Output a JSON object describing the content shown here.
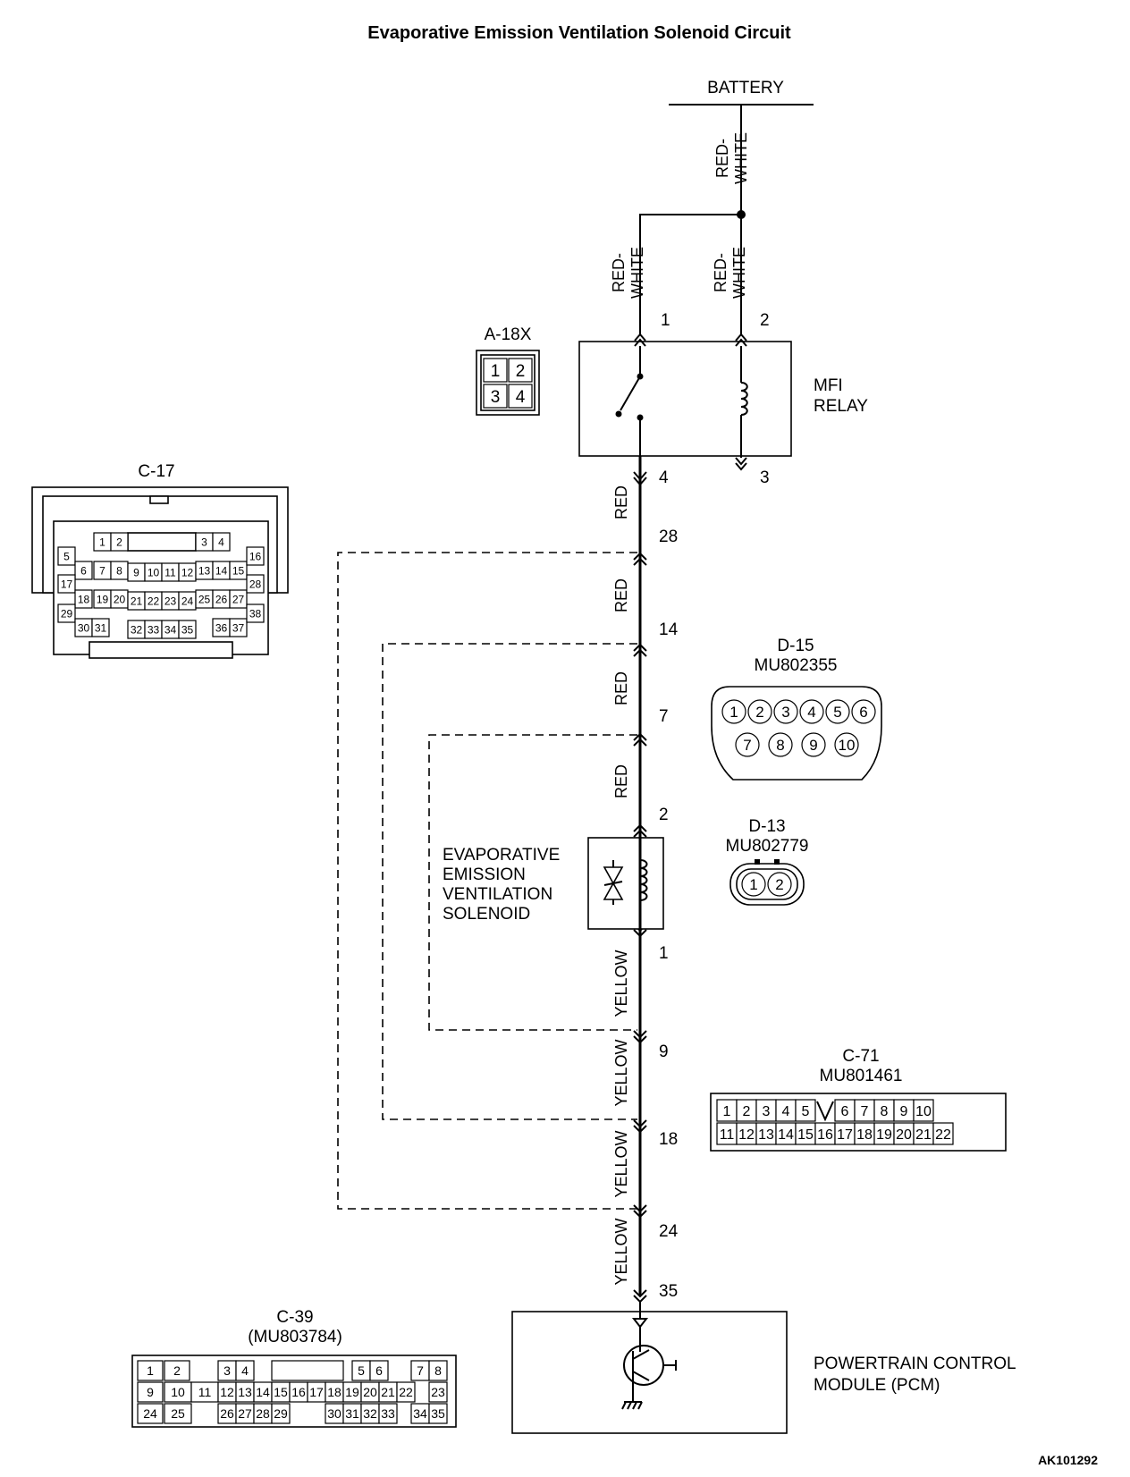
{
  "title": "Evaporative Emission Ventilation Solenoid Circuit",
  "figure_code": "AK101292",
  "power_source": "BATTERY",
  "components": {
    "mfi_relay": {
      "line1": "MFI",
      "line2": "RELAY"
    },
    "solenoid": {
      "line1": "EVAPORATIVE",
      "line2": "EMISSION",
      "line3": "VENTILATION",
      "line4": "SOLENOID"
    },
    "pcm": {
      "line1": "POWERTRAIN CONTROL",
      "line2": "MODULE (PCM)"
    }
  },
  "wire_colors": {
    "battery_feed": [
      "RED-",
      "WHITE"
    ],
    "relay_pin1": [
      "RED-",
      "WHITE"
    ],
    "relay_pin2": [
      "RED-",
      "WHITE"
    ],
    "segments_red": [
      "RED",
      "RED",
      "RED",
      "RED"
    ],
    "segments_yellow": [
      "YELLOW",
      "YELLOW",
      "YELLOW",
      "YELLOW"
    ]
  },
  "pins": {
    "relay": [
      "1",
      "2",
      "3",
      "4"
    ],
    "main_line": [
      "28",
      "14",
      "7",
      "2",
      "1",
      "9",
      "18",
      "24",
      "35"
    ]
  },
  "connectors": {
    "a18x": {
      "name": "A-18X",
      "cells": [
        "1",
        "2",
        "3",
        "4"
      ]
    },
    "c17": {
      "name": "C-17",
      "cells": [
        "1",
        "2",
        "3",
        "4",
        "5",
        "6",
        "7",
        "8",
        "9",
        "10",
        "11",
        "12",
        "13",
        "14",
        "15",
        "16",
        "17",
        "18",
        "19",
        "20",
        "21",
        "22",
        "23",
        "24",
        "25",
        "26",
        "27",
        "28",
        "29",
        "30",
        "31",
        "32",
        "33",
        "34",
        "35",
        "36",
        "37",
        "38"
      ]
    },
    "d15": {
      "name": "D-15",
      "part": "MU802355",
      "cells": [
        "1",
        "2",
        "3",
        "4",
        "5",
        "6",
        "7",
        "8",
        "9",
        "10"
      ]
    },
    "d13": {
      "name": "D-13",
      "part": "MU802779",
      "cells": [
        "1",
        "2"
      ]
    },
    "c71": {
      "name": "C-71",
      "part": "MU801461",
      "cells": [
        "1",
        "2",
        "3",
        "4",
        "5",
        "6",
        "7",
        "8",
        "9",
        "10",
        "11",
        "12",
        "13",
        "14",
        "15",
        "16",
        "17",
        "18",
        "19",
        "20",
        "21",
        "22"
      ]
    },
    "c39": {
      "name": "C-39",
      "part": "(MU803784)",
      "cells": [
        "1",
        "2",
        "3",
        "4",
        "5",
        "6",
        "7",
        "8",
        "9",
        "10",
        "11",
        "12",
        "13",
        "14",
        "15",
        "16",
        "17",
        "18",
        "19",
        "20",
        "21",
        "22",
        "23",
        "24",
        "25",
        "26",
        "27",
        "28",
        "29",
        "30",
        "31",
        "32",
        "33",
        "34",
        "35"
      ]
    }
  }
}
